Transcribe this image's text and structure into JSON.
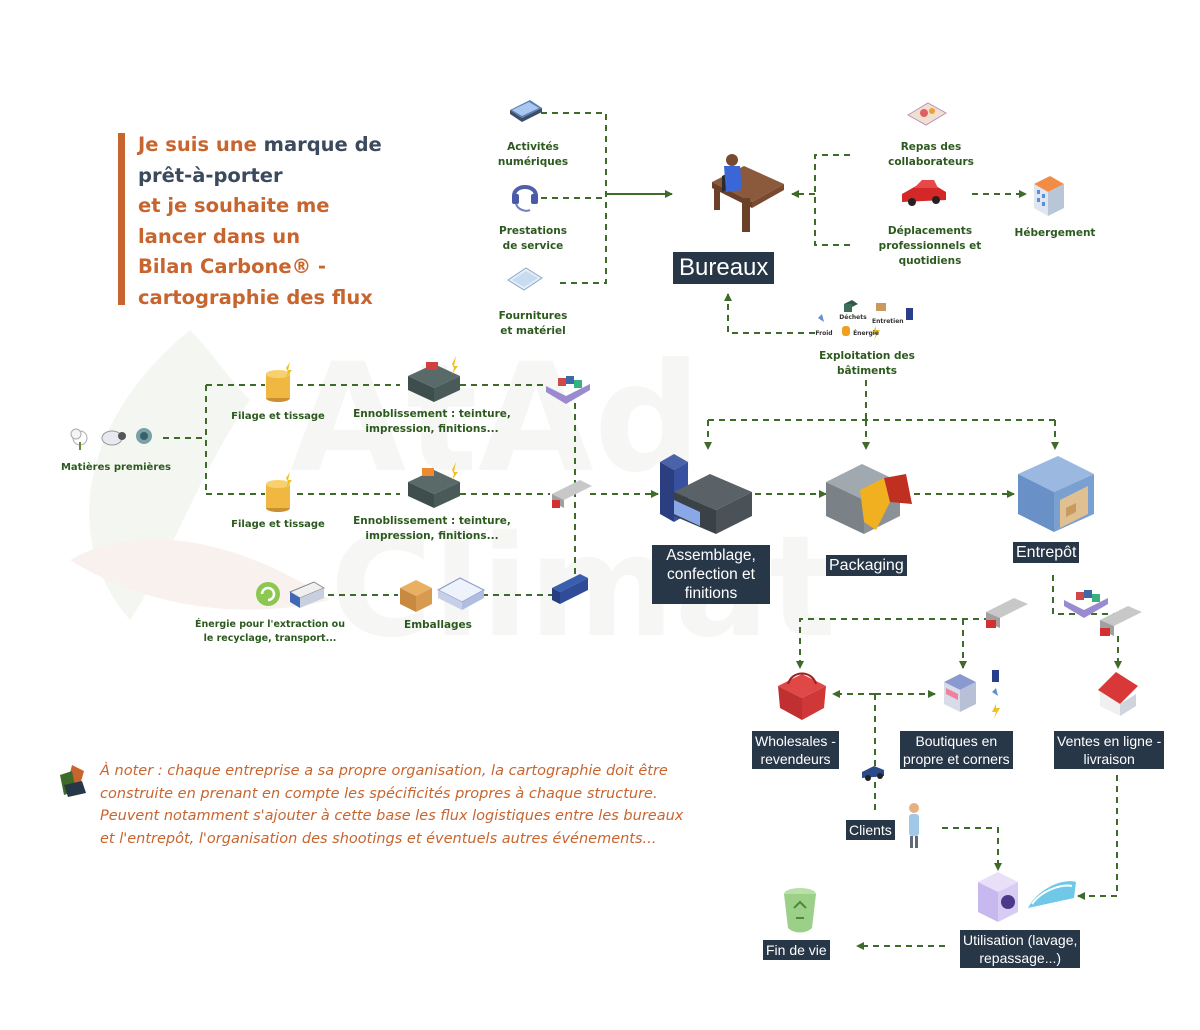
{
  "title": {
    "line1_orange": "Je suis une",
    "line1_dark": "marque de",
    "line2_dark": "prêt-à-porter",
    "line3": "et je souhaite me",
    "line4": "lancer dans un",
    "line5": "Bilan Carbone® -",
    "line6": "cartographie des flux"
  },
  "watermark": {
    "line1": "AtAd",
    "line2": "Climat"
  },
  "labels": {
    "activites": [
      "Activités",
      "numériques"
    ],
    "prestations": [
      "Prestations",
      "de service"
    ],
    "fournitures": [
      "Fournitures",
      "et matériel"
    ],
    "bureaux": "Bureaux",
    "repas": [
      "Repas des",
      "collaborateurs"
    ],
    "deplacements": [
      "Déplacements",
      "professionnels et",
      "quotidiens"
    ],
    "hebergement": "Hébergement",
    "exploitation": [
      "Exploitation des",
      "bâtiments"
    ],
    "dechets": "Déchets",
    "entretien": "Entretien",
    "froid": "Froid",
    "energie_small": "Énergie",
    "matieres": "Matières premières",
    "filage1": "Filage et tissage",
    "filage2": "Filage et tissage",
    "ennob1": [
      "Ennoblissement : teinture,",
      "impression, finitions..."
    ],
    "ennob2": [
      "Ennoblissement : teinture,",
      "impression, finitions..."
    ],
    "energie": [
      "Énergie pour l'extraction ou",
      "le recyclage, transport..."
    ],
    "emballages": "Emballages",
    "assemblage": [
      "Assemblage,",
      "confection et",
      "finitions"
    ],
    "packaging": "Packaging",
    "entrepot": "Entrepôt",
    "wholesales": [
      "Wholesales -",
      "revendeurs"
    ],
    "boutiques": [
      "Boutiques en",
      "propre et corners"
    ],
    "ventes": [
      "Ventes en ligne -",
      "livraison"
    ],
    "clients": "Clients",
    "utilisation": [
      "Utilisation (lavage,",
      "repassage...)"
    ],
    "fin_de_vie": "Fin de vie"
  },
  "note": {
    "p1": "À noter : chaque entreprise a sa propre organisation, la cartographie doit être construite en prenant en compte les spécificités propres à chaque structure.",
    "p2": "Peuvent notamment s'ajouter à cette base les flux logistiques entre les bureaux et l'entrepôt, l'organisation des shootings et éventuels autres événements..."
  },
  "colors": {
    "orange": "#c8652f",
    "dark": "#283748",
    "green_text": "#2c5a1e",
    "arrow": "#3f6b2a"
  }
}
